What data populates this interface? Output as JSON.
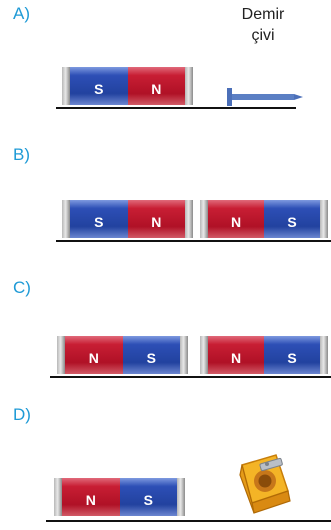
{
  "options": [
    {
      "label": "A)"
    },
    {
      "label": "B)"
    },
    {
      "label": "C)"
    },
    {
      "label": "D)"
    }
  ],
  "nail_caption_line1": "Demir",
  "nail_caption_line2": "çivi",
  "magnets": {
    "a_left": [
      "S",
      "N"
    ],
    "b_left": [
      "S",
      "N"
    ],
    "b_right": [
      "N",
      "S"
    ],
    "c_left": [
      "N",
      "S"
    ],
    "c_right": [
      "N",
      "S"
    ],
    "d_left": [
      "N",
      "S"
    ]
  },
  "colors": {
    "label_blue": "#1e9ad6",
    "north_red": "#c81e34",
    "south_blue": "#2d4fb6",
    "nail": "#5b7fc4",
    "sharpener": "#f0a81c"
  },
  "icons": {
    "nail": "iron-nail-icon",
    "sharpener": "pencil-sharpener-icon"
  }
}
